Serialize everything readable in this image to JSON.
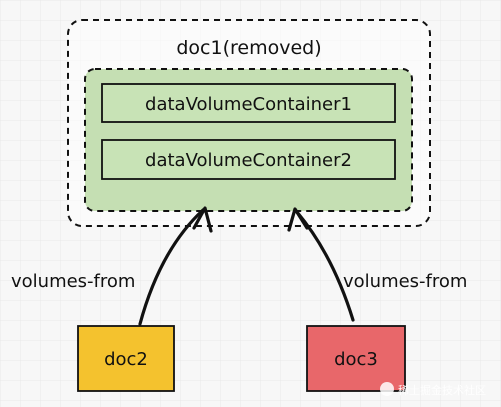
{
  "diagram": {
    "outer_container": {
      "label": "doc1(removed)"
    },
    "volumes": [
      {
        "label": "dataVolumeContainer1"
      },
      {
        "label": "dataVolumeContainer2"
      }
    ],
    "arrows": [
      {
        "label": "volumes-from"
      },
      {
        "label": "volumes-from"
      }
    ],
    "nodes": [
      {
        "label": "doc2",
        "color": "#f4c22e"
      },
      {
        "label": "doc3",
        "color": "#e8676a"
      }
    ],
    "colors": {
      "volume_group_fill": "#c5dfb3",
      "volume_fill": "#c8e3b6",
      "stroke": "#111111",
      "background": "#f7f7f7",
      "grid": "#e8e8e8"
    }
  },
  "watermark": {
    "text": "稀土掘金技术社区"
  }
}
